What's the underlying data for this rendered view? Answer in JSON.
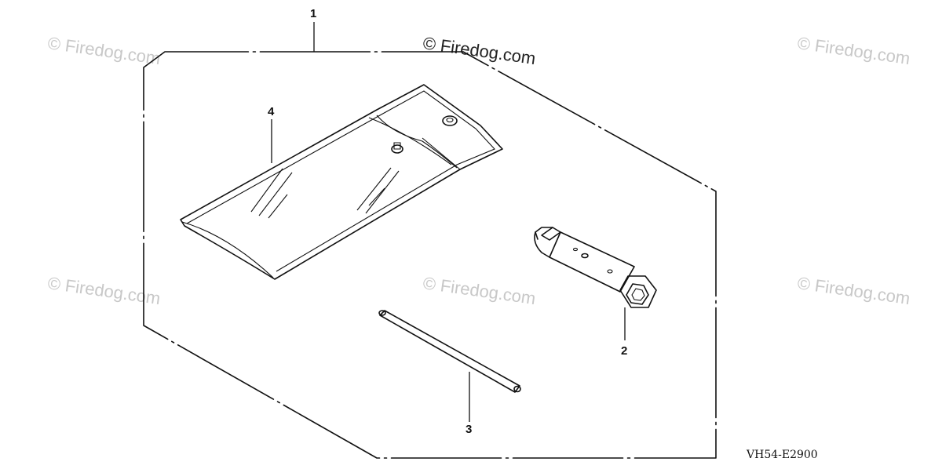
{
  "watermarks": {
    "top_left": "© Firedog.com",
    "top_center": "© Firedog.com",
    "top_right": "© Firedog.com",
    "mid_left": "© Firedog.com",
    "mid_center": "© Firedog.com",
    "mid_right": "© Firedog.com"
  },
  "callouts": {
    "kit": "1",
    "plug_wrench": "2",
    "handle_bar": "3",
    "tool_bag": "4"
  },
  "diagram_code": "VH54-E2900",
  "colors": {
    "line": "#111111",
    "watermark": "#c8c8c8",
    "background": "#ffffff"
  }
}
